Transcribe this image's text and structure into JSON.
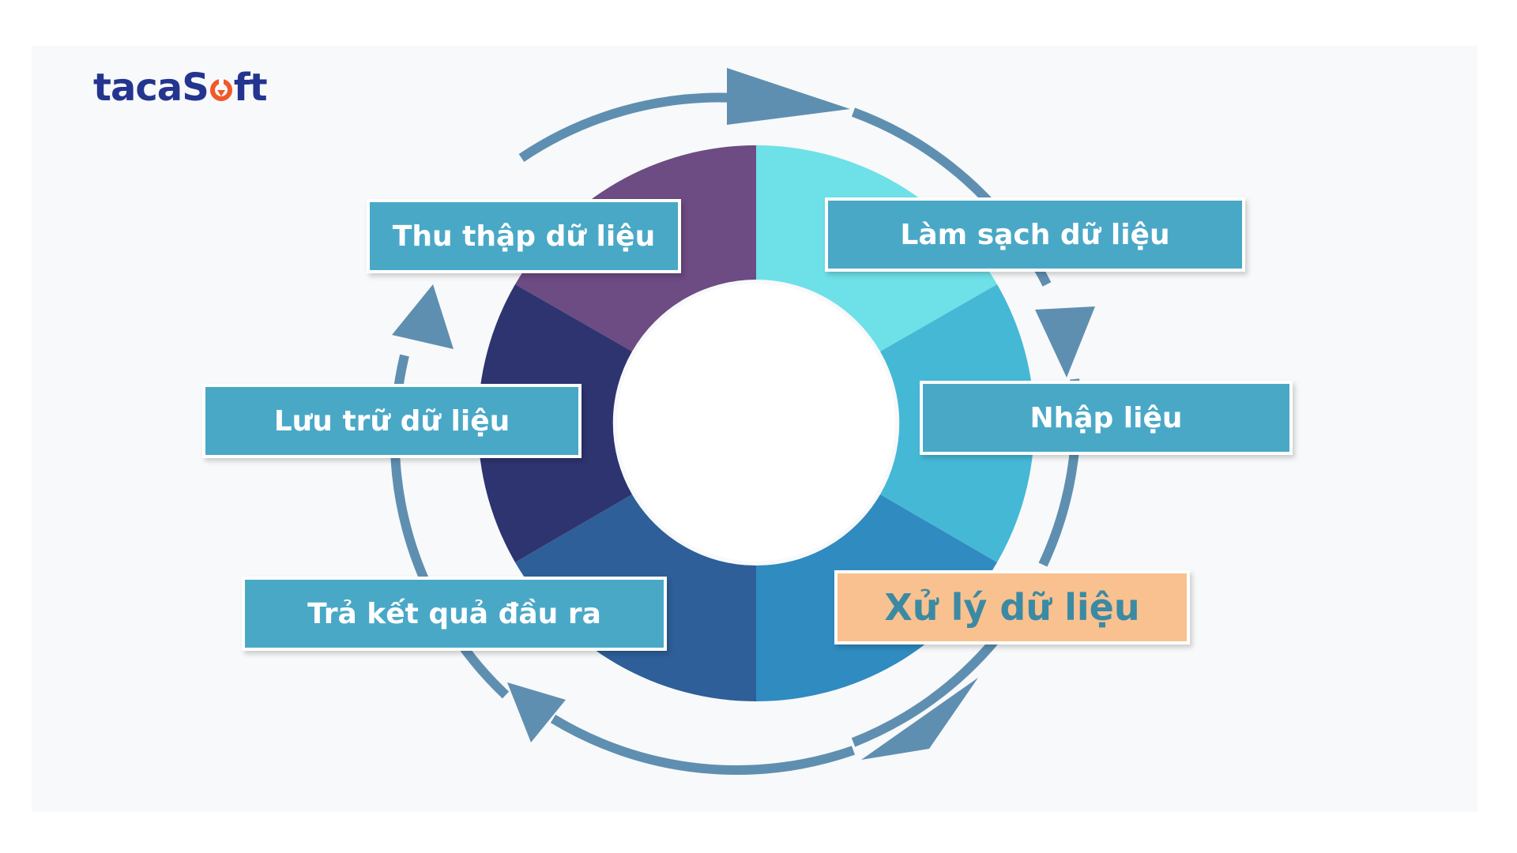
{
  "logo": {
    "text_before": "taca",
    "text_s": "S",
    "text_after": "ft",
    "brand_color": "#24358f",
    "accent_color": "#f05a28"
  },
  "cycle": {
    "stages": [
      {
        "id": "collect",
        "label": "Thu thập dữ liệu",
        "color": "#6d4b83"
      },
      {
        "id": "clean",
        "label": "Làm sạch dữ liệu",
        "color": "#6ee0e8"
      },
      {
        "id": "input",
        "label": "Nhập liệu",
        "color": "#45b8d6"
      },
      {
        "id": "process",
        "label": "Xử lý dữ liệu",
        "color": "#2f8bc0",
        "highlight": true,
        "highlight_color": "#f9c18f"
      },
      {
        "id": "output",
        "label": "Trả kết quả đầu ra",
        "color": "#2e5f98"
      },
      {
        "id": "storage",
        "label": "Lưu trữ dữ liệu",
        "color": "#2e3470"
      }
    ],
    "ring_color": "#5f8fb0",
    "label_box_color": "#4aa8c7"
  }
}
